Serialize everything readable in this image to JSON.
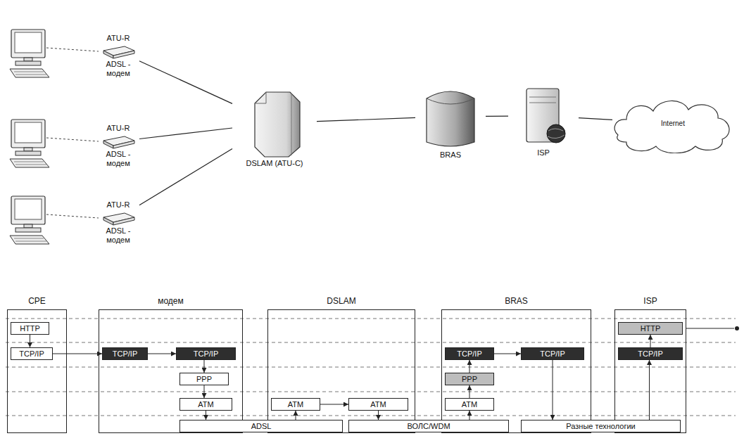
{
  "diagram": {
    "nodes": [
      {
        "text": [
          "ATU-R",
          "ADSL - модем"
        ]
      },
      {
        "text": [
          "ATU-R",
          "ADSL - модем"
        ]
      },
      {
        "text": [
          "ATU-R",
          "ADSL - модем"
        ]
      },
      {
        "text": [
          "DSLAM (ATU-C)"
        ]
      },
      {
        "text": [
          "BRAS"
        ]
      },
      {
        "text": [
          "ISP"
        ]
      },
      {
        "text": [
          "Internet"
        ]
      },
      {
        "text": [
          "CPE"
        ]
      },
      {
        "text": [
          "HTTP"
        ],
        "in": 7
      },
      {
        "text": [
          "TCP/IP"
        ],
        "in": 7
      },
      {
        "text": [
          "модем"
        ]
      },
      {
        "text": [
          "TCP/IP"
        ],
        "in": 10
      },
      {
        "text": [
          "TCP/IP"
        ],
        "in": 10
      },
      {
        "text": [
          "PPP"
        ],
        "in": 10
      },
      {
        "text": [
          "ATM"
        ],
        "in": 10
      },
      {
        "text": [
          "DSLAM"
        ]
      },
      {
        "text": [
          "ATM"
        ],
        "in": 15
      },
      {
        "text": [
          "ATM"
        ],
        "in": 15
      },
      {
        "text": [
          "BRAS"
        ]
      },
      {
        "text": [
          "TCP/IP"
        ],
        "in": 18
      },
      {
        "text": [
          "TCP/IP"
        ],
        "in": 18
      },
      {
        "text": [
          "PPP"
        ],
        "in": 18
      },
      {
        "text": [
          "ATM"
        ],
        "in": 18
      },
      {
        "text": [
          "ISP"
        ]
      },
      {
        "text": [
          "HTTP"
        ],
        "in": 23
      },
      {
        "text": [
          "TCP/IP"
        ],
        "in": 23
      },
      {
        "text": [
          "ADSL"
        ]
      },
      {
        "text": [
          "ВОЛС/WDM"
        ]
      },
      {
        "text": [
          "Разные технологии"
        ]
      }
    ],
    "edges": [
      {
        "from": 0,
        "to": 3,
        "arrow": "none"
      },
      {
        "from": 1,
        "to": 3,
        "arrow": "none"
      },
      {
        "from": 2,
        "to": 3,
        "arrow": "none"
      },
      {
        "from": 3,
        "to": 4,
        "arrow": "none"
      },
      {
        "from": 4,
        "to": 5,
        "arrow": "none"
      },
      {
        "from": 5,
        "to": 6,
        "arrow": "none"
      },
      {
        "from": 8,
        "to": 9,
        "arrow": "to"
      },
      {
        "from": 9,
        "to": 11,
        "arrow": "to"
      },
      {
        "from": 11,
        "to": 12,
        "arrow": "to"
      },
      {
        "from": 12,
        "to": 13,
        "arrow": "to"
      },
      {
        "from": 13,
        "to": 14,
        "arrow": "to"
      },
      {
        "from": 14,
        "to": 26,
        "arrow": "to"
      },
      {
        "from": 26,
        "to": 16,
        "arrow": "to"
      },
      {
        "from": 16,
        "to": 17,
        "arrow": "to"
      },
      {
        "from": 17,
        "to": 27,
        "arrow": "to"
      },
      {
        "from": 27,
        "to": 22,
        "arrow": "to"
      },
      {
        "from": 22,
        "to": 21,
        "arrow": "to"
      },
      {
        "from": 21,
        "to": 19,
        "arrow": "to"
      },
      {
        "from": 19,
        "to": 20,
        "arrow": "to"
      },
      {
        "from": 20,
        "to": 28,
        "arrow": "to"
      },
      {
        "from": 28,
        "to": 25,
        "arrow": "to"
      },
      {
        "from": 25,
        "to": 24,
        "arrow": "to"
      }
    ]
  }
}
